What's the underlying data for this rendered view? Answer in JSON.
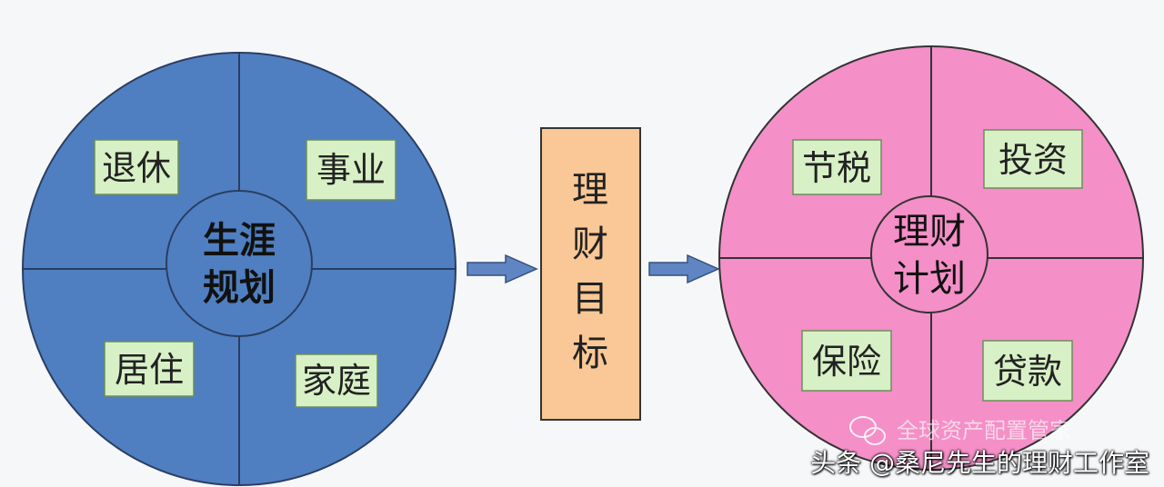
{
  "left_circle": {
    "center_label_line1": "生涯",
    "center_label_line2": "规划",
    "quadrants": {
      "top_left": "退休",
      "top_right": "事业",
      "bottom_left": "居住",
      "bottom_right": "家庭"
    }
  },
  "goal_box": {
    "chars": [
      "理",
      "财",
      "目",
      "标"
    ]
  },
  "right_circle": {
    "center_label_line1": "理财",
    "center_label_line2": "计划",
    "quadrants": {
      "top_left": "节税",
      "top_right": "投资",
      "bottom_left": "保险",
      "bottom_right": "贷款"
    }
  },
  "watermark": "全球资产配置管家",
  "credit": "头条 @桑尼先生的理财工作室",
  "colors": {
    "left_fill": "#4f7fc0",
    "right_fill": "#f48fc7",
    "tile_fill": "#d8f0c6",
    "goal_fill": "#f9c896",
    "arrow_fill": "#5f86c2"
  }
}
